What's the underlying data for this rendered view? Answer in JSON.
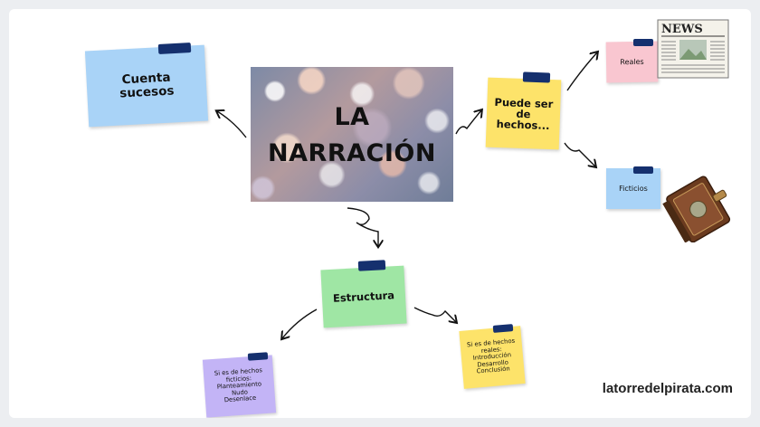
{
  "title": "LA\nNARRACIÓN",
  "nodes": {
    "cuenta": "Cuenta\nsucesos",
    "puede": "Puede ser\nde\nhechos...",
    "reales": "Reales",
    "ficticios": "Ficticios",
    "estructura": "Estructura",
    "reales_struct": "Si es de hechos\nreales:\nIntroducción\nDesarrollo\nConclusión",
    "ficticios_struct": "Si es de hechos\nficticios:\nPlanteamiento\nNudo\nDesenlace"
  },
  "images": {
    "newspaper_title": "NEWS"
  },
  "footer": "latorredelpirata.com",
  "colors": {
    "blue_note": "#a9d3f7",
    "yellow_note": "#fde36a",
    "pink_note": "#f9c6d0",
    "green_note": "#9fe6a4",
    "purple_note": "#c3b4f6",
    "tape": "#15306e"
  }
}
